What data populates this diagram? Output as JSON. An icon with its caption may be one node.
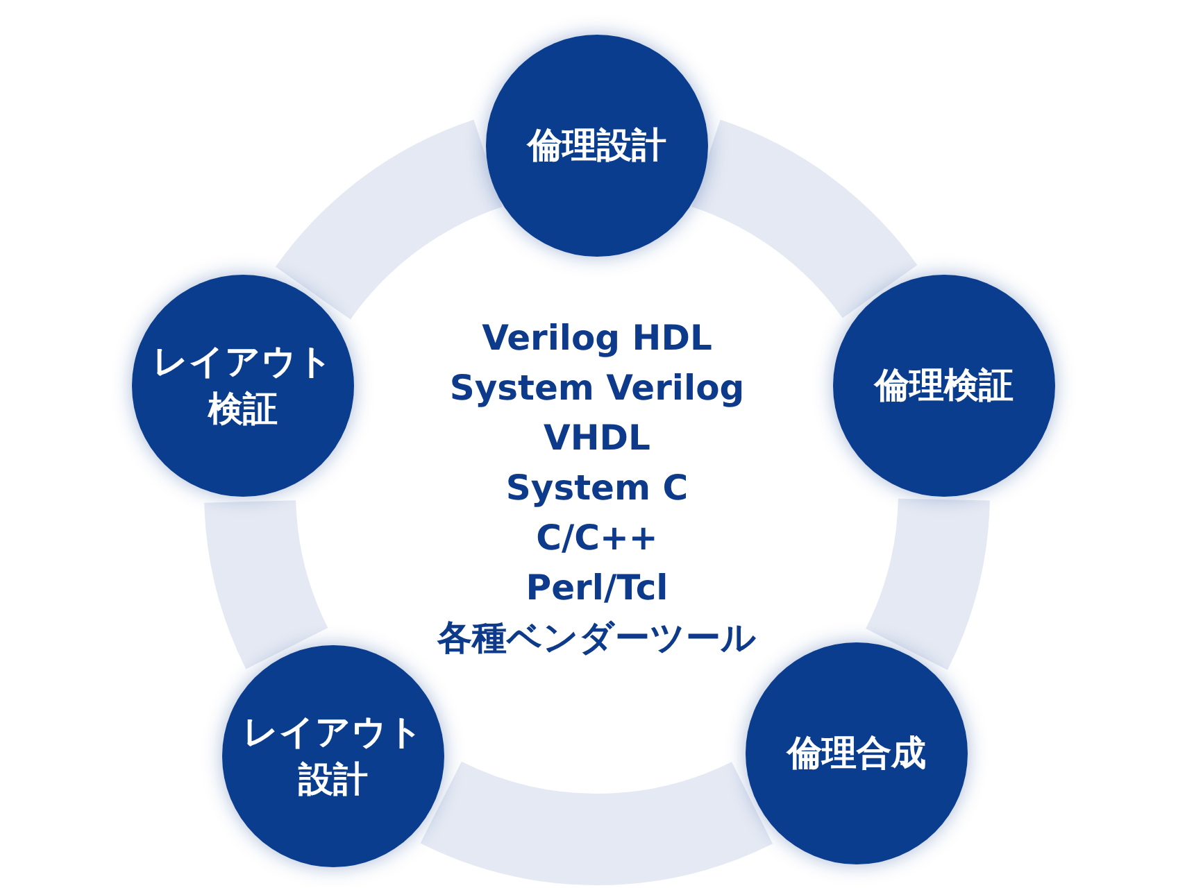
{
  "diagram": {
    "nodes": [
      {
        "text": [
          "倫理設計"
        ]
      },
      {
        "text": [
          "倫理検証"
        ]
      },
      {
        "text": [
          "倫理合成"
        ]
      },
      {
        "text": [
          "レイアウト設計"
        ]
      },
      {
        "text": [
          "レイアウト検証"
        ]
      }
    ],
    "edges": [
      {
        "from": 0,
        "to": 1,
        "arrow": "none"
      },
      {
        "from": 1,
        "to": 2,
        "arrow": "none"
      },
      {
        "from": 2,
        "to": 3,
        "arrow": "none"
      },
      {
        "from": 3,
        "to": 4,
        "arrow": "none"
      },
      {
        "from": 4,
        "to": 0,
        "arrow": "none"
      }
    ],
    "labels": [
      "Verilog HDL",
      "System Verilog",
      "VHDL",
      "System C",
      "C/C++",
      "Perl/Tcl",
      "各種ベンダーツール"
    ]
  }
}
